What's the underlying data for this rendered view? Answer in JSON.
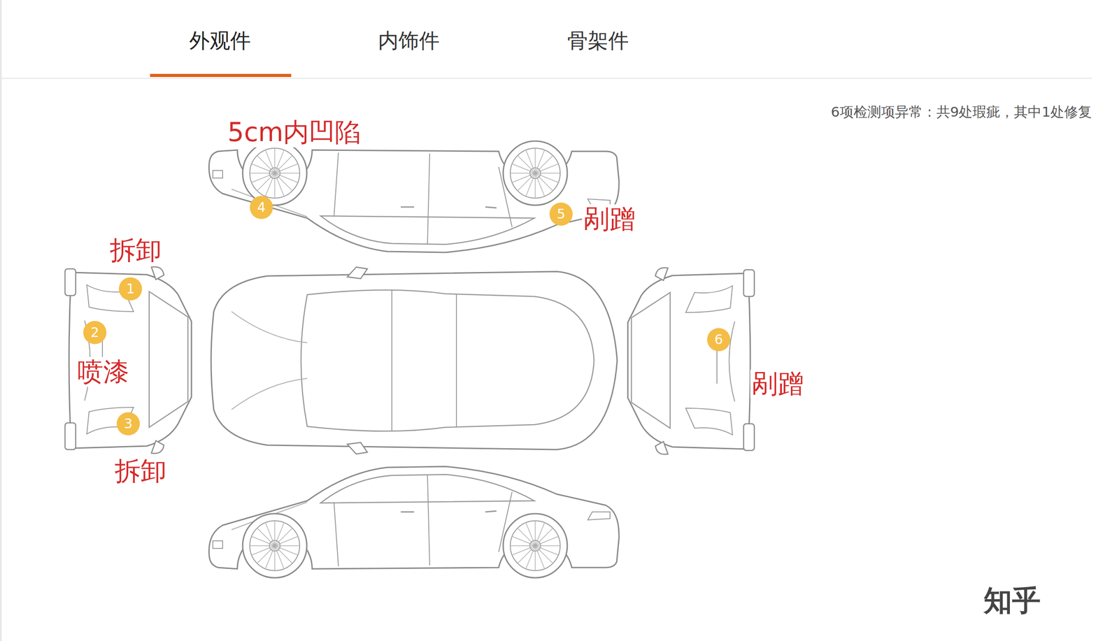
{
  "diagram": {
    "nodes": [
      {
        "text": [
          "1"
        ]
      },
      {
        "text": [
          "2"
        ]
      },
      {
        "text": [
          "3"
        ]
      },
      {
        "text": [
          "4"
        ]
      },
      {
        "text": [
          "5"
        ]
      },
      {
        "text": [
          "6"
        ]
      }
    ],
    "labels": [
      "外观件",
      "内饰件",
      "骨架件",
      "6项检测项异常：共9处瑕疵，其中1处修复",
      "5cm内凹陷",
      "剐蹭",
      "拆卸",
      "喷漆",
      "拆卸",
      "剐蹭",
      "知乎"
    ]
  }
}
